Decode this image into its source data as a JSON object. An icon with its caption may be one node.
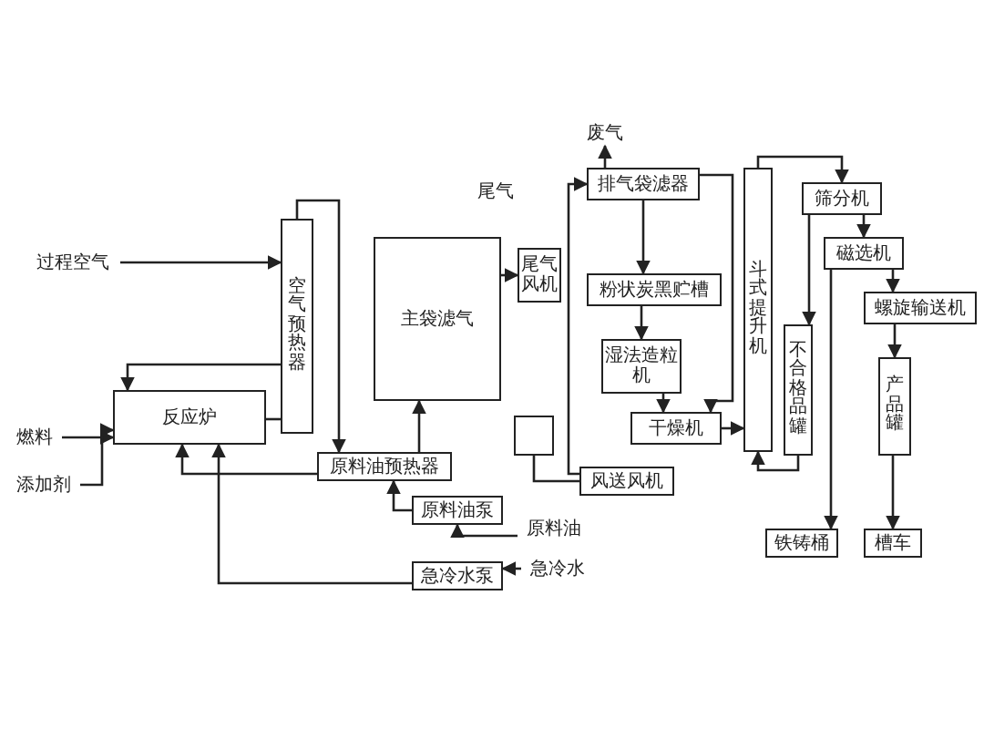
{
  "diagram": {
    "nodes": [
      {
        "text": [
          "过程空气"
        ]
      },
      {
        "text": [
          "空气预热器"
        ]
      },
      {
        "text": [
          "反应炉"
        ]
      },
      {
        "text": [
          "燃料"
        ]
      },
      {
        "text": [
          "添加剂"
        ]
      },
      {
        "text": [
          "原料油预热器"
        ]
      },
      {
        "text": [
          "主袋滤气"
        ]
      },
      {
        "text": [
          "尾气风机"
        ]
      },
      {
        "text": [
          "排气袋滤器"
        ]
      },
      {
        "text": [
          "废气"
        ]
      },
      {
        "text": [
          "粉状炭黑贮槽"
        ]
      },
      {
        "text": [
          "湿法造粒机"
        ]
      },
      {
        "text": [
          "干燥机"
        ]
      },
      {
        "text": [
          "斗式提升机"
        ]
      },
      {
        "text": [
          "筛分机"
        ]
      },
      {
        "text": [
          "磁选机"
        ]
      },
      {
        "text": [
          "螺旋输送机"
        ]
      },
      {
        "text": [
          "不合格品罐"
        ]
      },
      {
        "text": [
          "产品罐"
        ]
      },
      {
        "text": [
          "铁铸桶"
        ]
      },
      {
        "text": [
          "槽车"
        ]
      },
      {
        "text": [],
        "shape": "box"
      },
      {
        "text": [
          "风送风机"
        ]
      },
      {
        "text": [
          "原料油泵"
        ]
      },
      {
        "text": [
          "原料油"
        ]
      },
      {
        "text": [
          "急冷水泵"
        ]
      },
      {
        "text": [
          "急冷水"
        ]
      }
    ],
    "edges": [
      {
        "from": 0,
        "to": 1,
        "arrow": "to"
      },
      {
        "from": 1,
        "to": 2,
        "arrow": "to"
      },
      {
        "from": 3,
        "to": 2,
        "arrow": "to"
      },
      {
        "from": 4,
        "to": 2,
        "arrow": "to"
      },
      {
        "from": 2,
        "to": 1,
        "arrow": "none"
      },
      {
        "from": 1,
        "to": 5,
        "arrow": "to"
      },
      {
        "from": 5,
        "to": 6,
        "arrow": "to"
      },
      {
        "from": 6,
        "to": 7,
        "arrow": "to"
      },
      {
        "from": 21,
        "to": 22,
        "arrow": "none"
      },
      {
        "from": 22,
        "to": 8,
        "arrow": "to"
      },
      {
        "from": 8,
        "to": 9,
        "arrow": "to"
      },
      {
        "from": 8,
        "to": 10,
        "arrow": "to"
      },
      {
        "from": 10,
        "to": 11,
        "arrow": "to"
      },
      {
        "from": 11,
        "to": 12,
        "arrow": "to"
      },
      {
        "from": 12,
        "to": 13,
        "arrow": "to"
      },
      {
        "from": 8,
        "to": 12,
        "arrow": "to"
      },
      {
        "from": 13,
        "to": 14,
        "arrow": "to"
      },
      {
        "from": 14,
        "to": 15,
        "arrow": "to"
      },
      {
        "from": 14,
        "to": 17,
        "arrow": "to"
      },
      {
        "from": 15,
        "to": 16,
        "arrow": "to"
      },
      {
        "from": 15,
        "to": 19,
        "arrow": "to"
      },
      {
        "from": 16,
        "to": 18,
        "arrow": "to"
      },
      {
        "from": 18,
        "to": 20,
        "arrow": "to"
      },
      {
        "from": 17,
        "to": 13,
        "arrow": "to"
      },
      {
        "from": 24,
        "to": 23,
        "arrow": "to"
      },
      {
        "from": 23,
        "to": 5,
        "arrow": "to"
      },
      {
        "from": 5,
        "to": 2,
        "arrow": "to"
      },
      {
        "from": 26,
        "to": 25,
        "arrow": "to"
      },
      {
        "from": 25,
        "to": 2,
        "arrow": "to"
      }
    ],
    "labels": [
      "尾气"
    ]
  }
}
